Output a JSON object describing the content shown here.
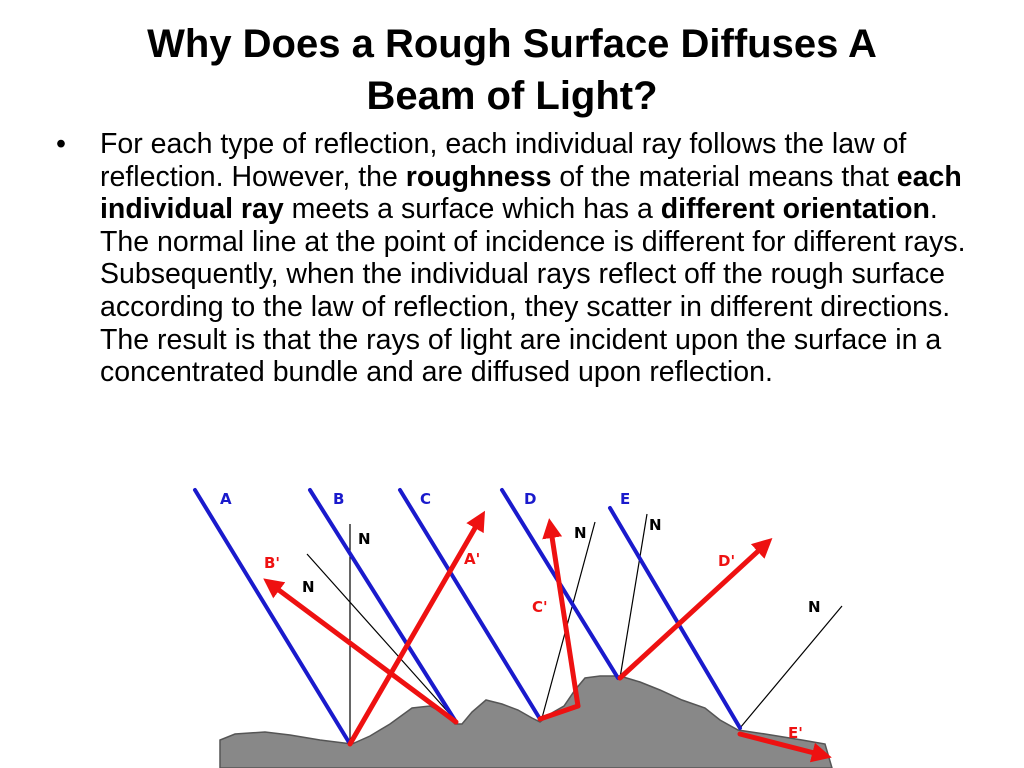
{
  "slide": {
    "title_line1": "Why Does a Rough Surface Diffuses A",
    "title_line2": "Beam of Light?",
    "bullet_symbol": "•",
    "paragraph": {
      "t1": "For each type of reflection, each individual ray follows the law of reflection. However, the ",
      "b1": "roughness",
      "t2": " of the material means that ",
      "b2": "each individual ray",
      "t3": " meets a surface which has a ",
      "b3": "different orientation",
      "t4": ". The normal line at the point of incidence is different for different rays. Subsequently, when the individual rays reflect off the rough surface according to the law of reflection, they scatter in different directions. The result is that the rays of light are incident upon the surface in a concentrated bundle and are diffused upon reflection."
    }
  },
  "diagram": {
    "colors": {
      "incident": "#1a1acc",
      "reflected": "#ee1111",
      "surface": "#888888",
      "normal": "#000000",
      "label_incident": "#1a1acc",
      "label_reflected": "#ee1111"
    },
    "incident_labels": [
      "A",
      "B",
      "C",
      "D",
      "E"
    ],
    "reflected_labels": [
      "A'",
      "B'",
      "C'",
      "D'",
      "E'"
    ],
    "normal_label": "N"
  }
}
